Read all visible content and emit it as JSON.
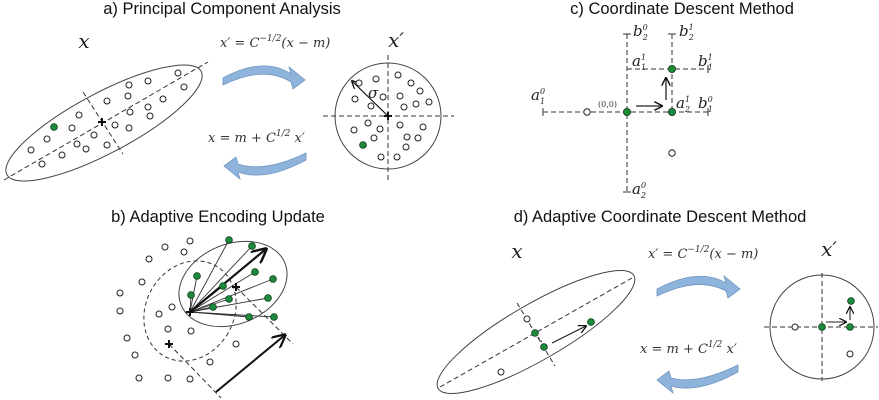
{
  "panels": {
    "a": {
      "title": "a) Principal Component Analysis",
      "x_label": "x",
      "xp_label": "x′",
      "sigma": "σ",
      "forward": {
        "lhs": "x′ = C",
        "sup": "−1/2",
        "rhs": "(x − m)"
      },
      "inverse": {
        "lhs": "x  = m + C",
        "sup": "1/2",
        "rhs": " x′"
      }
    },
    "b": {
      "title": "b) Adaptive Encoding Update"
    },
    "c": {
      "title": "c) Coordinate Descent Method",
      "origin": "(0,0)",
      "labels": {
        "b20": "b",
        "b20s": "2",
        "b20p": "0",
        "b21": "b",
        "b21s": "2",
        "b21p": "1",
        "a11": "a",
        "a11s": "1",
        "a11p": "1",
        "b11": "b",
        "b11s": "1",
        "b11p": "1",
        "a10": "a",
        "a10s": "1",
        "a10p": "0",
        "a21": "a",
        "a21s": "2",
        "a21p": "1",
        "b10": "b",
        "b10s": "1",
        "b10p": "0",
        "a20": "a",
        "a20s": "2",
        "a20p": "0"
      }
    },
    "d": {
      "title": "d) Adaptive Coordinate Descent Method",
      "x_label": "x",
      "xp_label": "x′",
      "forward": {
        "lhs": "x′ = C",
        "sup": "−1/2",
        "rhs": "(x − m)"
      },
      "inverse": {
        "lhs": "x  = m + C",
        "sup": "1/2",
        "rhs": " x′"
      }
    }
  },
  "colors": {
    "green": "#1c8a3c",
    "blue_arrow": "#8fb4dc"
  }
}
